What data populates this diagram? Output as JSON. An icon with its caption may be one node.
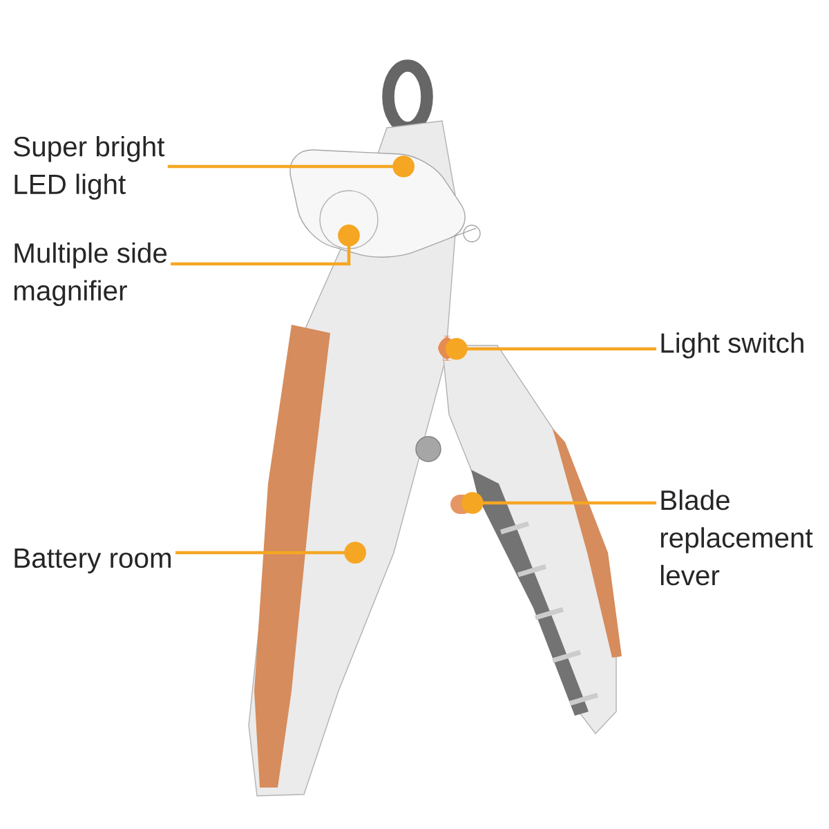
{
  "diagram": {
    "nodes": [
      {
        "text": [
          "Super bright LED light"
        ]
      },
      {
        "text": [
          "Multiple side magnifier"
        ]
      },
      {
        "text": [
          "Light switch"
        ]
      },
      {
        "text": [
          "Blade replacement lever"
        ]
      },
      {
        "text": [
          "Battery room"
        ]
      }
    ],
    "edges": [
      {
        "from": 0,
        "to": null,
        "arrow": "other"
      },
      {
        "from": 1,
        "to": null,
        "arrow": "other"
      },
      {
        "from": 2,
        "to": null,
        "arrow": "other"
      },
      {
        "from": 3,
        "to": null,
        "arrow": "other"
      },
      {
        "from": 4,
        "to": null,
        "arrow": "other"
      }
    ]
  }
}
